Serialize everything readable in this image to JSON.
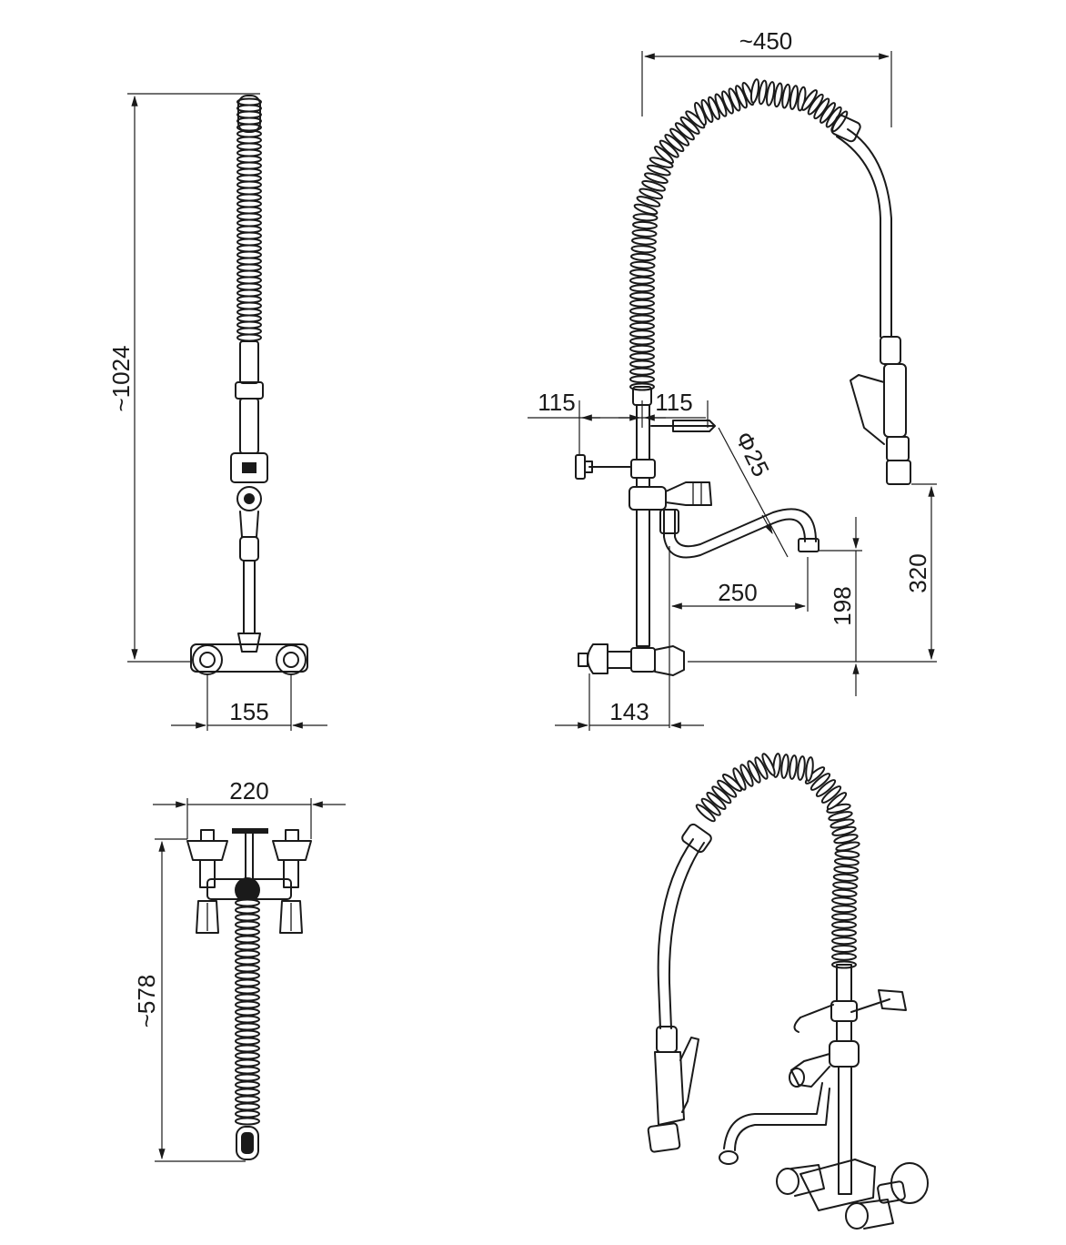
{
  "dimensions": {
    "height_overall": "~1024",
    "wall_centers": "155",
    "span_top": "~450",
    "arm_left": "115",
    "arm_right": "115",
    "spout_diameter": "25",
    "spout_reach": "250",
    "spout_height": "198",
    "spray_height": "320",
    "wall_offset": "143",
    "width_top_view": "220",
    "depth_top_view": "~578"
  },
  "symbols": {
    "diameter": "Φ"
  }
}
